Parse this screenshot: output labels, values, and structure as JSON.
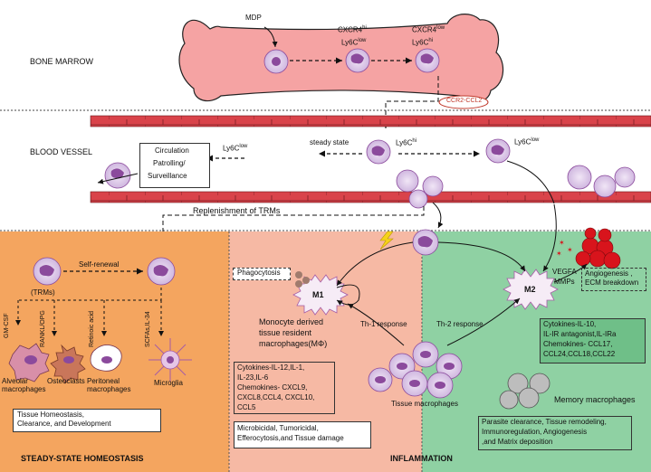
{
  "bone_marrow": {
    "label": "BONE MARROW",
    "mdp": "MDP",
    "cxcr4_1": "CXCR4",
    "cxcr4_1_sup": "hi",
    "cxcr4_2": "CXCR4",
    "cxcr4_2_sup": "low",
    "ly6c_1": "Ly6C",
    "ly6c_1_sup": "low",
    "ly6c_2": "Ly6C",
    "ly6c_2_sup": "hi",
    "ccr2": "CCR2-CCL2"
  },
  "blood_vessel": {
    "label": "BLOOD VESSEL",
    "circ_box": [
      "Circulation",
      "Patrolling/",
      "Surveillance"
    ],
    "ly6c_low_left": "Ly6C",
    "ly6c_low_left_sup": "low",
    "steady_state": "steady state",
    "ly6c_hi": "Ly6C",
    "ly6c_hi_sup": "hi",
    "ly6c_low_right": "Ly6C",
    "ly6c_low_right_sup": "low",
    "replenishment": "Replenishment of TRMs"
  },
  "steady": {
    "self_renewal": "Self-renewal",
    "trms": "(TRMs)",
    "factors": [
      "GM-CSF",
      "RANKL/OPG",
      "Retinoic acid",
      "SCFAs,IL-34"
    ],
    "cells": [
      "Alveolar macrophages",
      "Osteoclasts",
      "Peritoneal macrophages",
      "Microglia"
    ],
    "function_box": [
      "Tissue Homeostasis,",
      "Clearance, and Development"
    ],
    "title": "STEADY-STATE HOMEOSTASIS"
  },
  "inflammation": {
    "phagocytosis": "Phagocytosis",
    "m1": "M1",
    "m2": "M2",
    "mono_derived": [
      "Monocyte derived",
      "tissue resident",
      "macrophages(MΦ)"
    ],
    "th1": "Th-1 response",
    "th2": "Th-2 response",
    "m1_cytokines": [
      "Cytokines-IL-12,IL-1,",
      "IL-23,IL-6",
      "Chemokines- CXCL9,",
      "CXCL8,CCL4, CXCL10,",
      "CCL5"
    ],
    "m1_function": [
      "Microbicidal, Tumoricidal,",
      "Efferocytosis,and Tissue damage"
    ],
    "tissue_macrophages": "Tissue macrophages",
    "title": "INFLAMMATION",
    "vegfa": [
      "VEGFA",
      "MMPs"
    ],
    "angio": [
      "Angiogenesis ,",
      "ECM breakdown"
    ],
    "m2_cytokines": [
      "Cytokines-IL-10,",
      "IL-IR antagonist,IL-IRa",
      "Chemokines- CCL17,",
      "CCL24,CCL18,CCL22"
    ],
    "memory": "Memory macrophages",
    "m2_function": [
      "Parasite clearance, Tissue remodeling,",
      "Immunoregulation, Angiogenesis",
      ",and Matrix deposition"
    ]
  },
  "colors": {
    "bone": "#f5a3a3",
    "vessel": "#d9434a",
    "steady_bg": "#f4a55f",
    "infl_bg": "#f6b9a4",
    "m2_bg": "#8fd1a3",
    "cell_fill": "#d9c4e6",
    "nucleus": "#8b4a9c"
  }
}
